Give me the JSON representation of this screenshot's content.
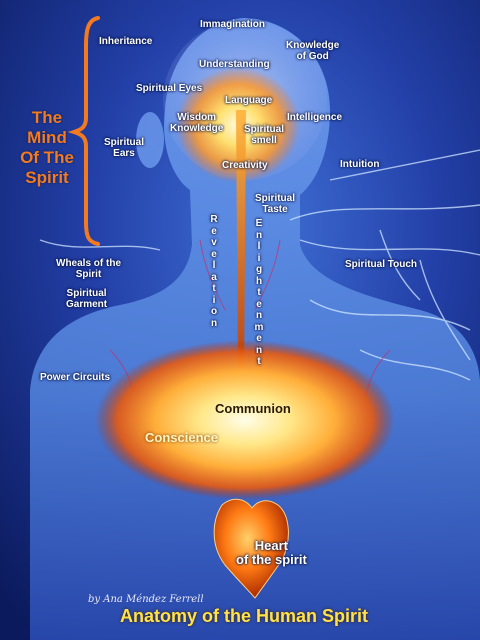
{
  "palette": {
    "background_dark": "#0b1a5c",
    "background_mid": "#2340a8",
    "body_blue": "#5f8fe6",
    "glow_core": "#fff7c8",
    "glow_orange": "#ff8a1a",
    "heading_orange": "#f47a20",
    "title_yellow": "#ffe24a"
  },
  "mind_heading": [
    "The",
    "Mind",
    "Of The",
    "Spirit"
  ],
  "labels": {
    "imagination": "Immagination",
    "inheritance": "Inheritance",
    "knowledge_of_god": [
      "Knowledge",
      "of God"
    ],
    "understanding": "Understanding",
    "spiritual_eyes": "Spiritual Eyes",
    "language": "Language",
    "wisdom_knowledge": [
      "Wisdom",
      "Knowledge"
    ],
    "spiritual_smell": [
      "Spiritual",
      "smell"
    ],
    "intelligence": "Intelligence",
    "spiritual_ears": [
      "Spiritual",
      "Ears"
    ],
    "creativity": "Creativity",
    "intuition": "Intuition",
    "spiritual_taste": [
      "Spiritual",
      "Taste"
    ],
    "wheals_of_the_spirit": [
      "Wheals of the",
      "Spirit"
    ],
    "spiritual_touch": "Spiritual Touch",
    "spiritual_garment": [
      "Spiritual",
      "Garment"
    ],
    "power_circuits": "Power Circuits",
    "communion": "Communion",
    "conscience": "Conscience",
    "heart_of_the_spirit": [
      "Heart",
      "of the spirit"
    ]
  },
  "revelation_letters": [
    "R",
    "e",
    "v",
    "e",
    "l",
    "a",
    "t",
    "i",
    "o",
    "n"
  ],
  "enlightenment_letters": [
    "E",
    "n",
    "l",
    "i",
    "g",
    "h",
    "t",
    "e",
    "n",
    "m",
    "e",
    "n",
    "t"
  ],
  "signature": "by Ana Méndez Ferrell",
  "title": "Anatomy of the Human Spirit"
}
